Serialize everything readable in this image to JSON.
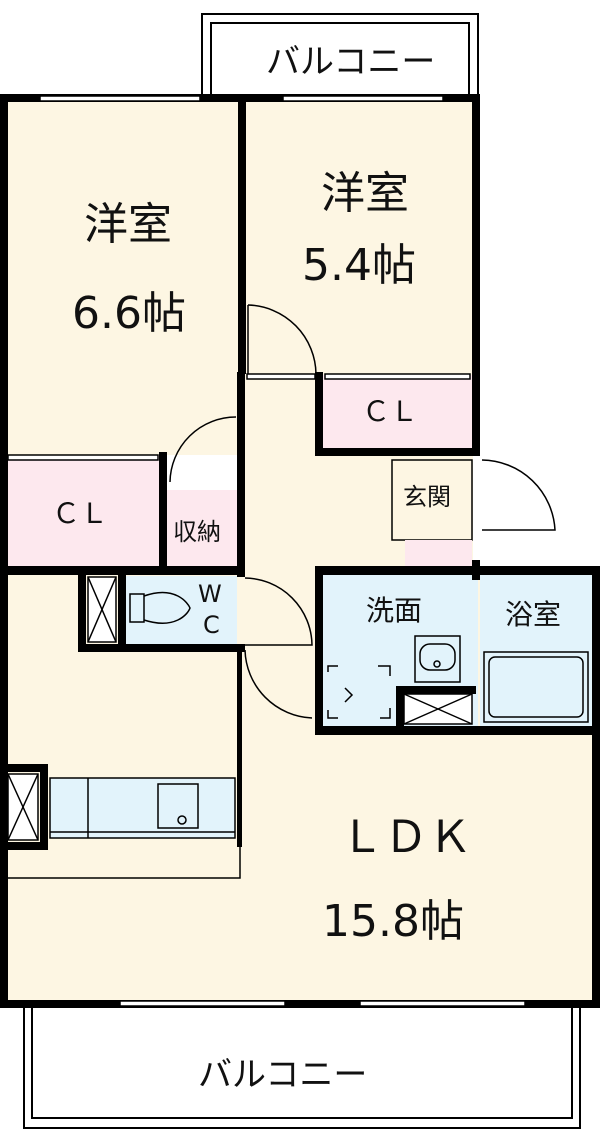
{
  "floorplan": {
    "colors": {
      "room": "#fdf6e3",
      "closet": "#fde8ee",
      "wet": "#e2f3fb",
      "wall": "#000000",
      "exterior": "#ffffff"
    },
    "balcony_top": {
      "label": "バルコニー"
    },
    "balcony_bottom": {
      "label": "バルコニー"
    },
    "rooms": {
      "western_left": {
        "name": "洋室",
        "size": "6.6帖"
      },
      "western_right": {
        "name": "洋室",
        "size": "5.4帖"
      },
      "closet_right": {
        "label": "ＣＬ"
      },
      "closet_left": {
        "label": "ＣＬ"
      },
      "storage": {
        "label": "収納"
      },
      "entrance": {
        "label": "玄関"
      },
      "toilet": {
        "label_w": "W",
        "label_c": "C"
      },
      "washroom": {
        "label": "洗面"
      },
      "bathroom": {
        "label": "浴室"
      },
      "ldk": {
        "name": "ＬＤＫ",
        "size": "15.8帖"
      }
    }
  }
}
